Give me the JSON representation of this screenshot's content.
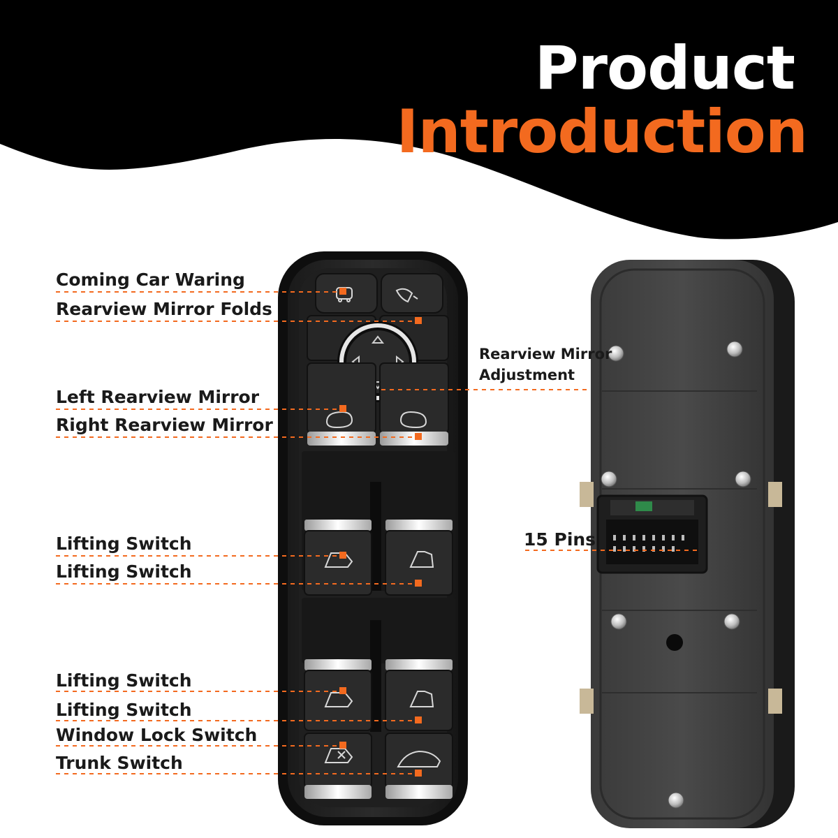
{
  "title": {
    "line1": "Product",
    "line2": "Introduction"
  },
  "labels": {
    "coming_car_warning": "Coming Car Waring",
    "rearview_mirror_folds": "Rearview Mirror Folds",
    "rearview_mirror_adjustment_line1": "Rearview Mirror",
    "rearview_mirror_adjustment_line2": "Adjustment",
    "left_rearview_mirror": "Left Rearview Mirror",
    "right_rearview_mirror": "Right Rearview Mirror",
    "lifting_switch_1": "Lifting Switch",
    "lifting_switch_2": "Lifting Switch",
    "pins": "15 Pins",
    "lifting_switch_3": "Lifting Switch",
    "lifting_switch_4": "Lifting Switch",
    "window_lock_switch": "Window Lock Switch",
    "trunk_switch": "Trunk Switch"
  },
  "colors": {
    "accent": "#f36a1f",
    "banner": "#000000",
    "text": "#1a1a1a"
  },
  "icons": [
    "coming-car-warning-icon",
    "mirror-fold-icon",
    "direction-pad-icon",
    "left-mirror-icon",
    "right-mirror-icon",
    "window-lift-icon",
    "window-lock-icon",
    "trunk-icon",
    "screw-icon",
    "connector-pins-icon"
  ]
}
